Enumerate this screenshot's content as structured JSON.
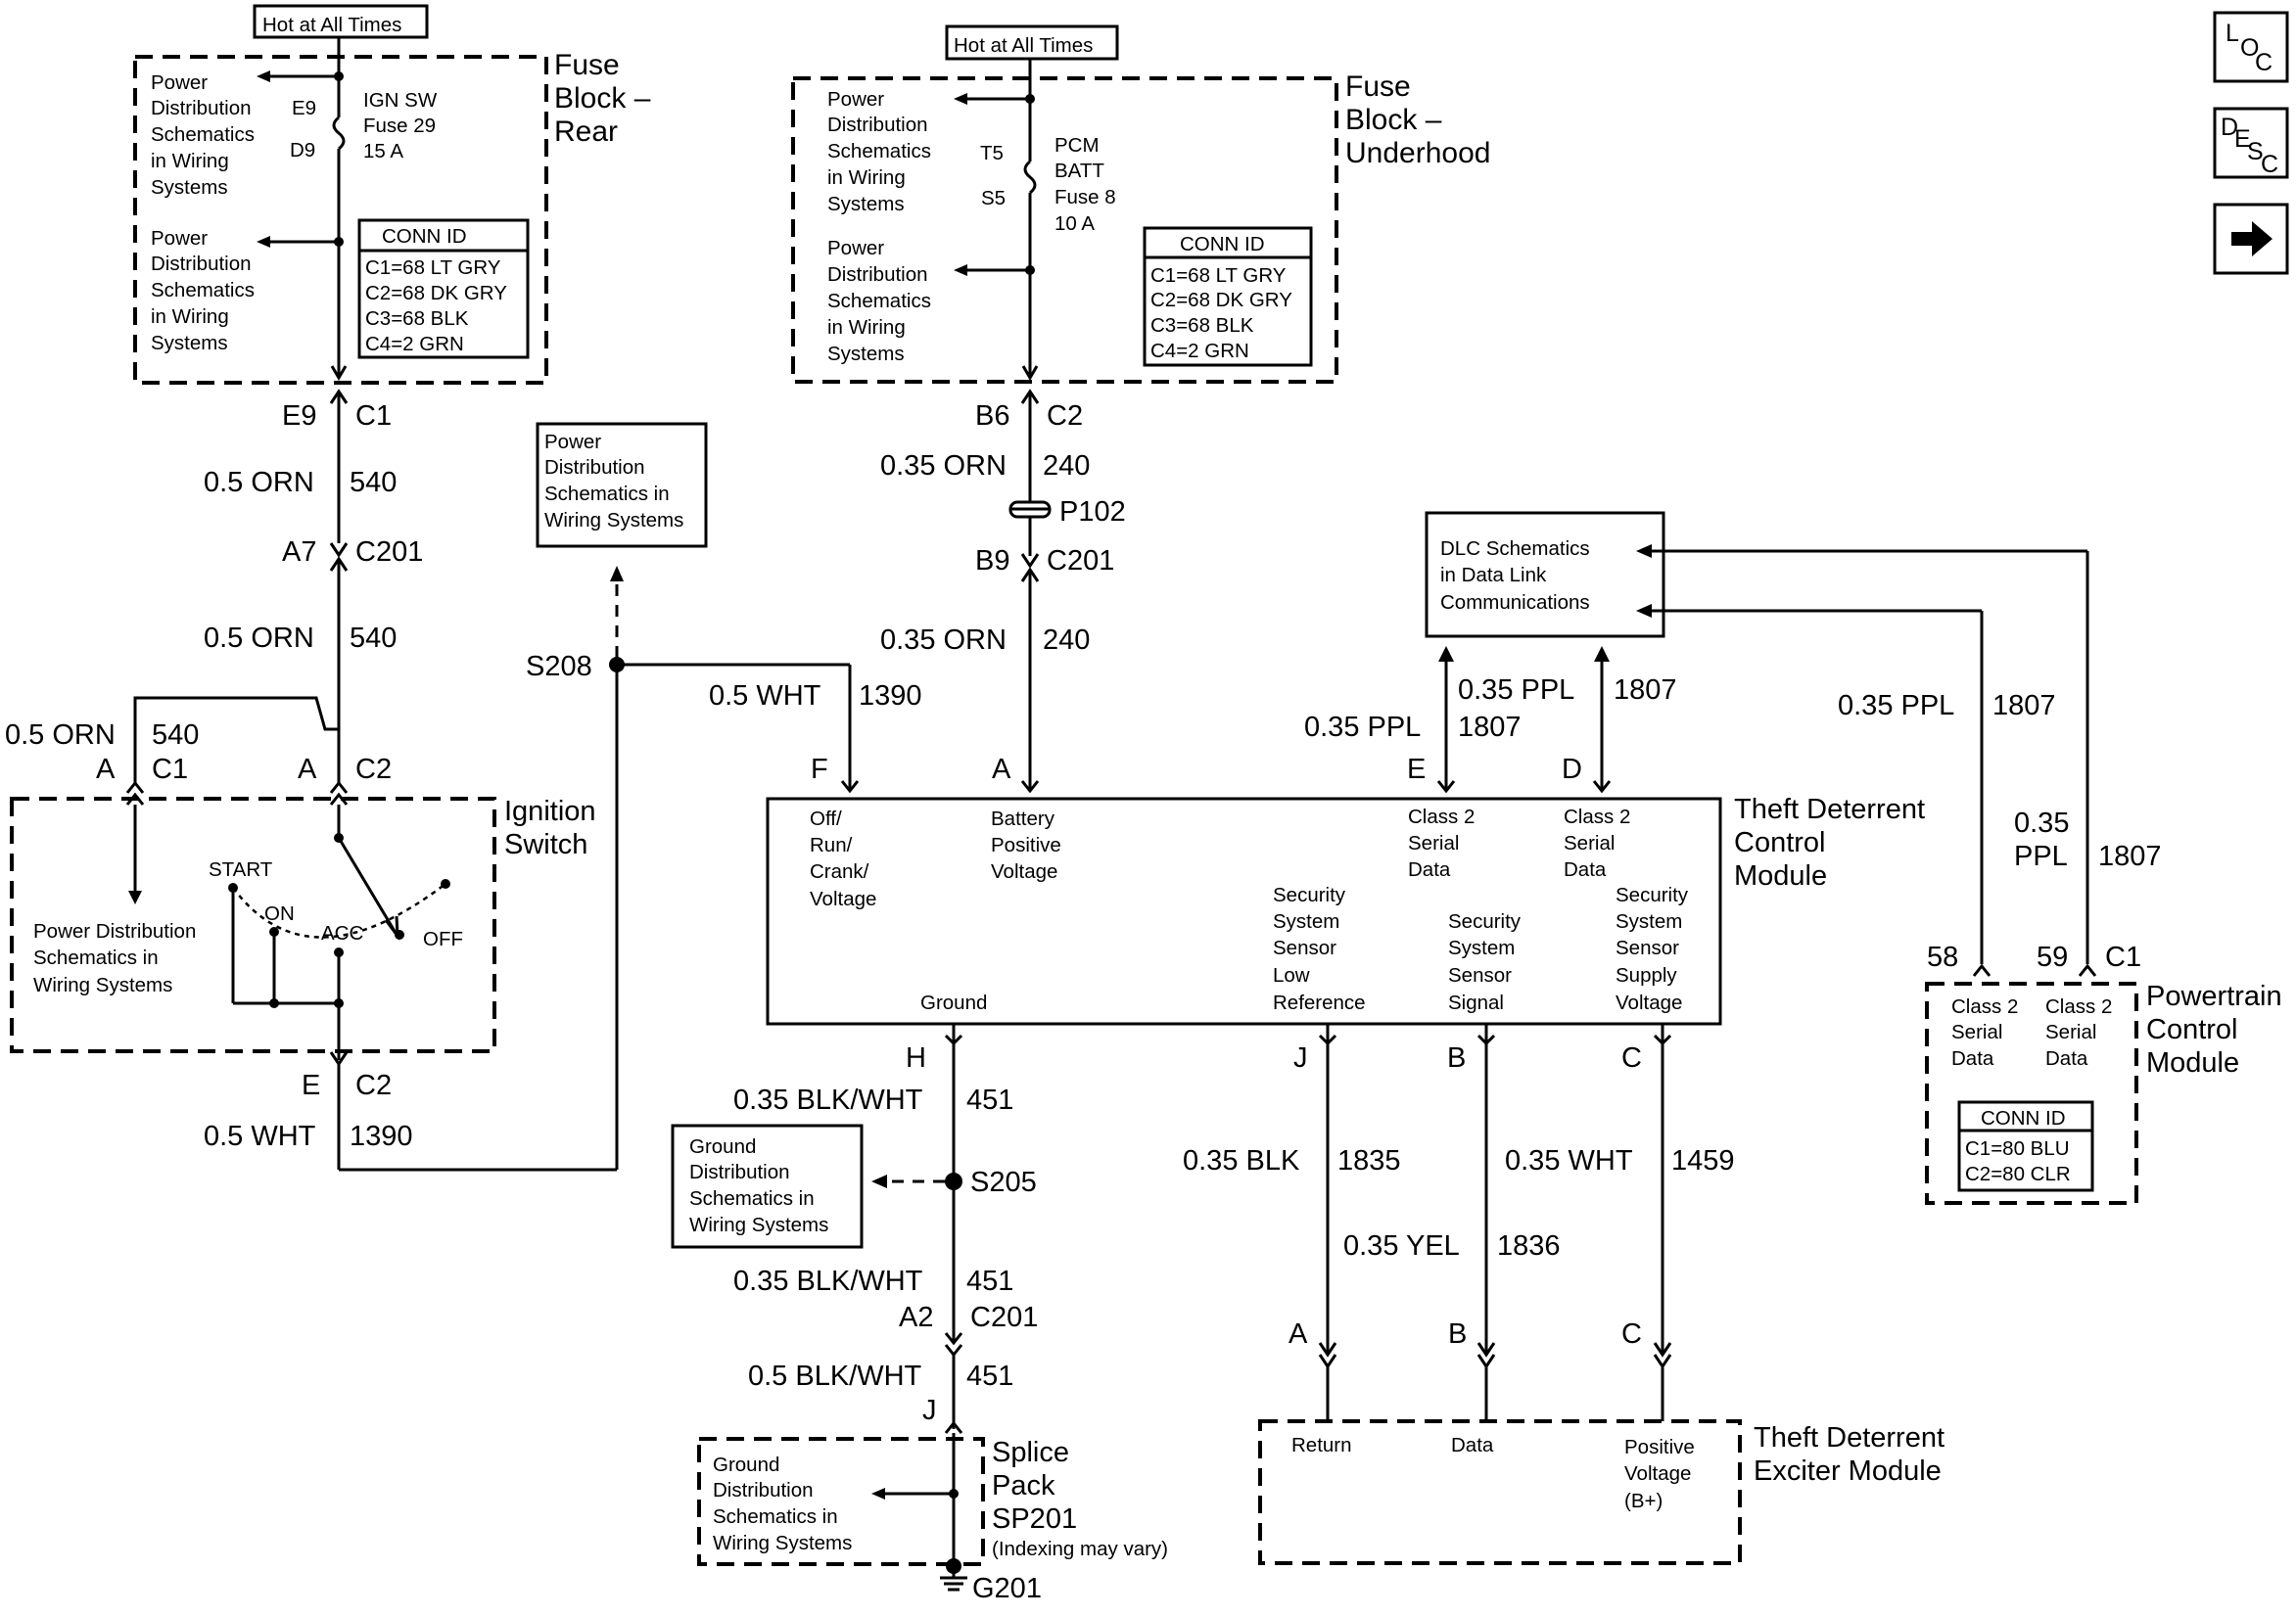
{
  "nav": {
    "loc_l": "L",
    "loc_o": "O",
    "loc_c": "C",
    "desc_d": "D",
    "desc_e": "E",
    "desc_s": "S",
    "desc_c": "C",
    "next_icon": "arrow-right"
  },
  "fuse_rear": {
    "hot": "Hot at All Times",
    "name": [
      "Fuse",
      "Block –",
      "Rear"
    ],
    "pins": [
      "E9",
      "D9"
    ],
    "fuse": [
      "IGN SW",
      "Fuse 29",
      "15 A"
    ],
    "pd1": [
      "Power",
      "Distribution",
      "Schematics",
      "in Wiring",
      "Systems"
    ],
    "pd2": [
      "Power",
      "Distribution",
      "Schematics",
      "in Wiring",
      "Systems"
    ],
    "conn_title": "CONN ID",
    "conn": [
      "C1=68 LT GRY",
      "C2=68 DK GRY",
      "C3=68 BLK",
      "C4=2 GRN"
    ]
  },
  "fuse_under": {
    "hot": "Hot at All Times",
    "name": [
      "Fuse",
      "Block –",
      "Underhood"
    ],
    "pins": [
      "T5",
      "S5"
    ],
    "fuse": [
      "PCM",
      "BATT",
      "Fuse 8",
      "10 A"
    ],
    "pd1": [
      "Power",
      "Distribution",
      "Schematics",
      "in Wiring",
      "Systems"
    ],
    "pd2": [
      "Power",
      "Distribution",
      "Schematics",
      "in Wiring",
      "Systems"
    ],
    "conn_title": "CONN ID",
    "conn": [
      "C1=68 LT GRY",
      "C2=68 DK GRY",
      "C3=68 BLK",
      "C4=2 GRN"
    ]
  },
  "left": {
    "e9": "E9",
    "c1": "C1",
    "w1_g": "0.5 ORN",
    "w1_n": "540",
    "a7": "A7",
    "c201": "C201",
    "w2_g": "0.5 ORN",
    "w2_n": "540",
    "w3_g": "0.5 ORN",
    "w3_n": "540",
    "a1": "A",
    "c1b": "C1",
    "a2": "A",
    "c2": "C2",
    "e": "E",
    "c2b": "C2",
    "w4_g": "0.5 WHT",
    "w4_n": "1390"
  },
  "ign": {
    "name": [
      "Ignition",
      "Switch"
    ],
    "start": "START",
    "on": "ON",
    "acc": "ACC",
    "off": "OFF",
    "pd": [
      "Power Distribution",
      "Schematics in",
      "Wiring Systems"
    ]
  },
  "pd_box": [
    "Power",
    "Distribution",
    "Schematics in",
    "Wiring Systems"
  ],
  "s208": {
    "label": "S208",
    "w_g": "0.5 WHT",
    "w_n": "1390"
  },
  "center": {
    "b6": "B6",
    "c2": "C2",
    "w1_g": "0.35 ORN",
    "w1_n": "240",
    "p102": "P102",
    "b9": "B9",
    "c201": "C201",
    "w2_g": "0.35 ORN",
    "w2_n": "240"
  },
  "tdcm": {
    "name": [
      "Theft Deterrent",
      "Control",
      "Module"
    ],
    "pin_f": "F",
    "pin_a": "A",
    "pin_e": "E",
    "pin_d": "D",
    "pin_h": "H",
    "pin_j": "J",
    "pin_b": "B",
    "pin_c": "C",
    "off_run": [
      "Off/",
      "Run/",
      "Crank/",
      "Voltage"
    ],
    "batt": [
      "Battery",
      "Positive",
      "Voltage"
    ],
    "cls2a": [
      "Class 2",
      "Serial",
      "Data"
    ],
    "cls2b": [
      "Class 2",
      "Serial",
      "Data"
    ],
    "ground": "Ground",
    "sec_low": [
      "Security",
      "System",
      "Sensor",
      "Low",
      "Reference"
    ],
    "sec_sig": [
      "Security",
      "System",
      "Sensor",
      "Signal"
    ],
    "sec_sup": [
      "Security",
      "System",
      "Sensor",
      "Supply",
      "Voltage"
    ]
  },
  "dlc": {
    "box": [
      "DLC Schematics",
      "in Data Link",
      "Communications"
    ],
    "w1_g": "0.35 PPL",
    "w1_n": "1807",
    "w2_g": "0.35 PPL",
    "w2_n": "1807",
    "w3_g": "0.35 PPL",
    "w3_n": "1807",
    "w4_g1": "0.35",
    "w4_g2": "PPL",
    "w4_n": "1807"
  },
  "pcm": {
    "name": [
      "Powertrain",
      "Control",
      "Module"
    ],
    "p58": "58",
    "p59": "59",
    "c1": "C1",
    "cls_a": [
      "Class 2",
      "Serial",
      "Data"
    ],
    "cls_b": [
      "Class 2",
      "Serial",
      "Data"
    ],
    "conn_title": "CONN ID",
    "conn": [
      "C1=80 BLU",
      "C2=80 CLR"
    ]
  },
  "ground": {
    "w1_g": "0.35 BLK/WHT",
    "w1_n": "451",
    "s205": "S205",
    "gd_box": [
      "Ground",
      "Distribution",
      "Schematics in",
      "Wiring Systems"
    ],
    "w2_g": "0.35 BLK/WHT",
    "w2_n": "451",
    "a2": "A2",
    "c201": "C201",
    "w3_g": "0.5 BLK/WHT",
    "w3_n": "451",
    "j": "J",
    "splice": [
      "Splice",
      "Pack",
      "SP201"
    ],
    "indexing": "(Indexing may vary)",
    "gd2": [
      "Ground",
      "Distribution",
      "Schematics in",
      "Wiring Systems"
    ],
    "g201": "G201"
  },
  "sensor": {
    "j": "J",
    "b": "B",
    "c": "C",
    "w1_g": "0.35 BLK",
    "w1_n": "1835",
    "w2_g": "0.35 YEL",
    "w2_n": "1836",
    "w3_g": "0.35 WHT",
    "w3_n": "1459",
    "a2": "A",
    "b2": "B",
    "c2": "C"
  },
  "exciter": {
    "name": [
      "Theft Deterrent",
      "Exciter Module"
    ],
    "ret": "Return",
    "data": "Data",
    "pos": [
      "Positive",
      "Voltage",
      "(B+)"
    ]
  }
}
